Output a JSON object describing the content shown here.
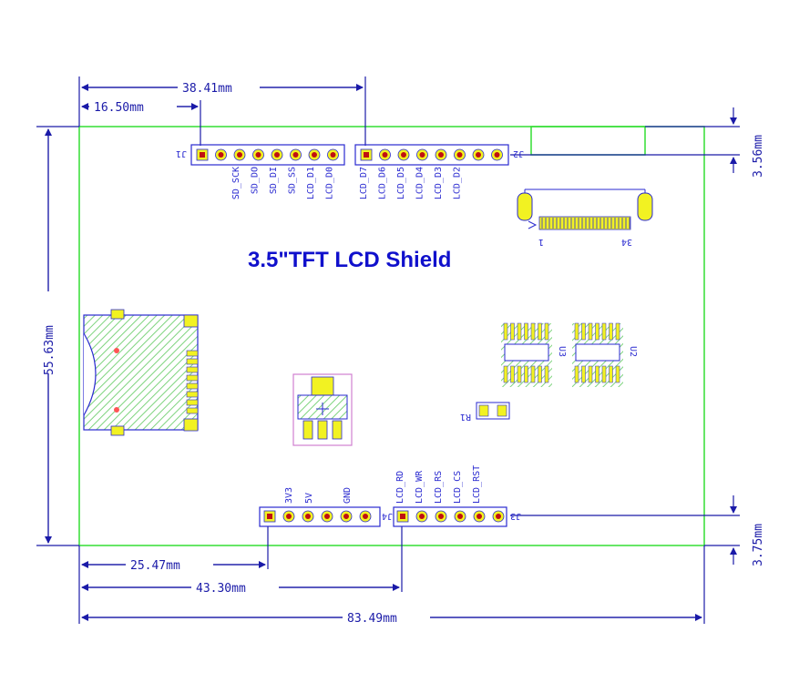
{
  "diagram": {
    "title": "3.5\"TFT LCD Shield",
    "dimensions": {
      "top_total": "38.41mm",
      "top_left": "16.50mm",
      "left_height": "55.63mm",
      "right_top": "3.56mm",
      "right_bottom": "3.75mm",
      "bottom_a": "25.47mm",
      "bottom_b": "43.30mm",
      "bottom_total": "83.49mm"
    },
    "headers": {
      "j1": "J1",
      "j2": "J2",
      "j3": "J3",
      "j4": "J4"
    },
    "j1_labels": [
      "SD_SCK",
      "SD_DO",
      "SD_DI",
      "SD_SS",
      "LCD_D1",
      "LCD_D0"
    ],
    "j2_labels": [
      "LCD_D7",
      "LCD_D6",
      "LCD_D5",
      "LCD_D4",
      "LCD_D3",
      "LCD_D2"
    ],
    "j4_labels": [
      "3V3",
      "5V",
      "GND"
    ],
    "j3_labels": [
      "LCD_RD",
      "LCD_WR",
      "LCD_RS",
      "LCD_CS",
      "LCD_RST"
    ],
    "components": {
      "u2": "U2",
      "u3": "U3",
      "r1": "R1",
      "fpc_start": "1",
      "fpc_end": "34"
    },
    "colors": {
      "board_outline": "#33dd33",
      "dimension": "#1a1aa8",
      "pad": "#f2f222",
      "silk": "#2a2ad0",
      "hatch": "#7fd47f"
    }
  }
}
